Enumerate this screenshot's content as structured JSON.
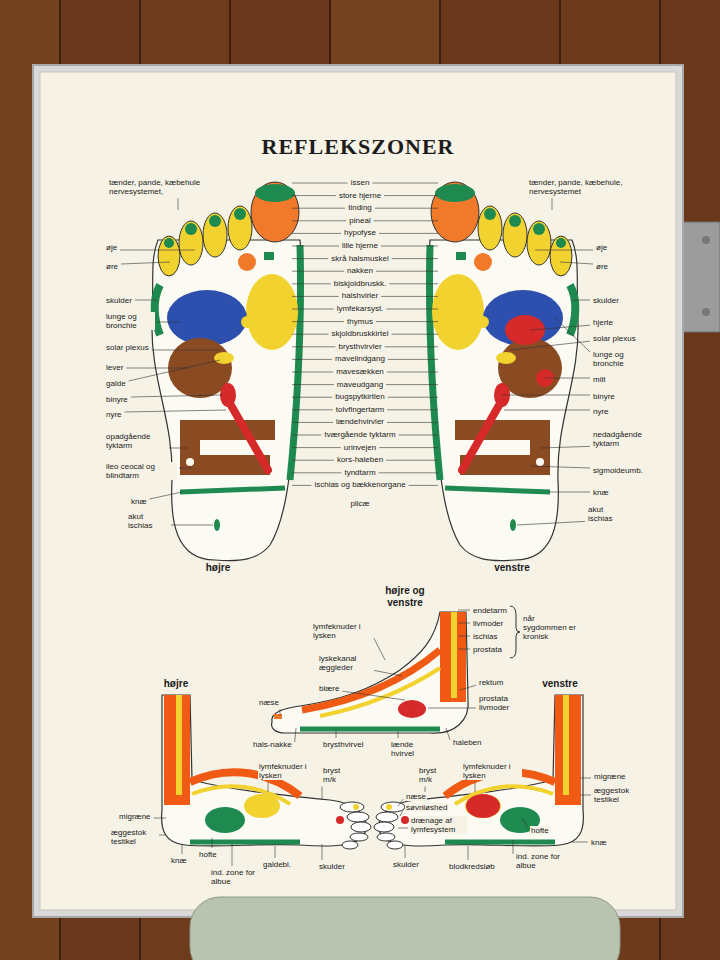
{
  "diagram": {
    "title": "REFLEKSZONER",
    "labels": [
      "tænder, pande, kæbehule nervesystemet,",
      "øje",
      "øre",
      "skulder",
      "lunge og bronchie",
      "solar plexus",
      "lever",
      "galde",
      "binyre",
      "nyre",
      "opadgående tyktarm",
      "ileo ceocal og blindtarm",
      "knæ",
      "akut ischias",
      "højre",
      "issen",
      "store hjerne",
      "tinding",
      "pineal",
      "hypofyse",
      "lille hjerne",
      "skrå halsmuskel",
      "nakken",
      "biskjoldbruskk.",
      "halshvirler",
      "lymfekarsyst.",
      "thymus",
      "skjoldbruskkirtel",
      "brysthvirvler",
      "mavelindgang",
      "mavesækken",
      "maveudgang",
      "bugspytkirtlen",
      "tolvfingertarm",
      "lændehvirvler",
      "tværgående tyktarm",
      "urinvejen",
      "kors-haleben",
      "tyndtarm",
      "ischias og bækkenorgane",
      "plicæ",
      "tænder, pande, kæbehule, nervesystemet",
      "øje",
      "øre",
      "skulder",
      "hjerte",
      "solar plexus",
      "lunge og bronchie",
      "milt",
      "binyre",
      "nyre",
      "nedadgående tyktarm",
      "sigmoideumb.",
      "knæ",
      "akut ischias",
      "venstre",
      "højre og venstre",
      "endetarm",
      "livmoder",
      "ischias",
      "prostata",
      "når sygdommen er kronisk",
      "lymfeknuder i lysken",
      "lyskekanal æggleder",
      "blære",
      "rektum",
      "prostata livmoder",
      "haleben",
      "næse",
      "hals-nakke",
      "brysthvirvel",
      "lænde hvirvel",
      "højre",
      "lymfeknuder i lysken",
      "bryst m/k",
      "migræne",
      "æggestok testikel",
      "knæ",
      "hofte",
      "ind. zone for albue",
      "galdebl.",
      "skulder",
      "venstre",
      "lymfeknuder i lysken",
      "bryst m/k",
      "næse",
      "søvnløshed",
      "drænage af lymfesystem",
      "skulder",
      "blodkredsløb",
      "ind. zone for albue",
      "hofte",
      "knæ",
      "migræne",
      "æggestok testikel"
    ]
  }
}
